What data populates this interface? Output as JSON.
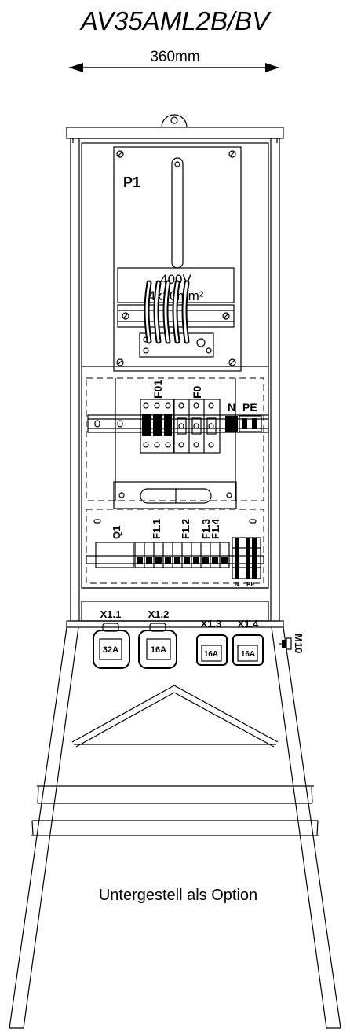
{
  "title": "AV35AML2B/BV",
  "dimension": "360mm",
  "meter_panel": {
    "label": "P1",
    "voltage": "400V",
    "cable": "4x10mm²"
  },
  "fuse_section": {
    "f01": "F01",
    "f0": "F0",
    "n": "N",
    "pe": "PE"
  },
  "breaker_section": {
    "q1": "Q1",
    "f11": "F1.1",
    "f12": "F1.2",
    "f13": "F1.3",
    "f14": "F1.4",
    "n_small": "N",
    "pe_small": "PE"
  },
  "sockets": [
    {
      "name": "X1.1",
      "rating": "32A"
    },
    {
      "name": "X1.2",
      "rating": "16A"
    },
    {
      "name": "X1.3",
      "rating": "16A"
    },
    {
      "name": "X1.4",
      "rating": "16A"
    }
  ],
  "gland": "M10",
  "stand_note": "Untergestell als Option"
}
